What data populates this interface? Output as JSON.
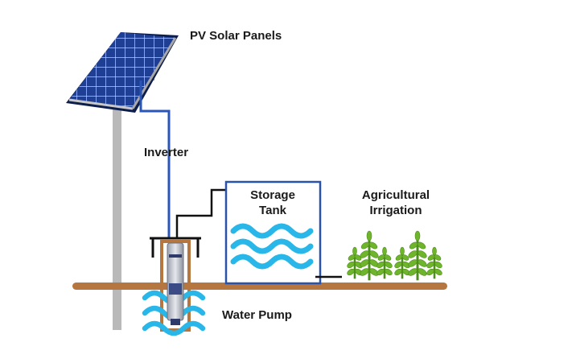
{
  "labels": {
    "pv_panels": "PV Solar Panels",
    "inverter": "Inverter",
    "storage_line1": "Storage",
    "storage_line2": "Tank",
    "irrigation_line1": "Agricultural",
    "irrigation_line2": "Irrigation",
    "water_pump": "Water Pump"
  },
  "colors": {
    "panel_blue": "#1f3f95",
    "panel_dark": "#16307a",
    "pole": "#b9b9b9",
    "wire_blue": "#2a56b8",
    "wire_black": "#111111",
    "ground": "#b5763f",
    "tank_border": "#2a52a8",
    "water": "#29b6e8",
    "plant_green": "#6fb52c",
    "pump_metal": "#c0c4ce"
  },
  "icons": [
    "solar-panel-icon",
    "submersible-pump-icon",
    "water-waves-icon",
    "plant-icon"
  ]
}
